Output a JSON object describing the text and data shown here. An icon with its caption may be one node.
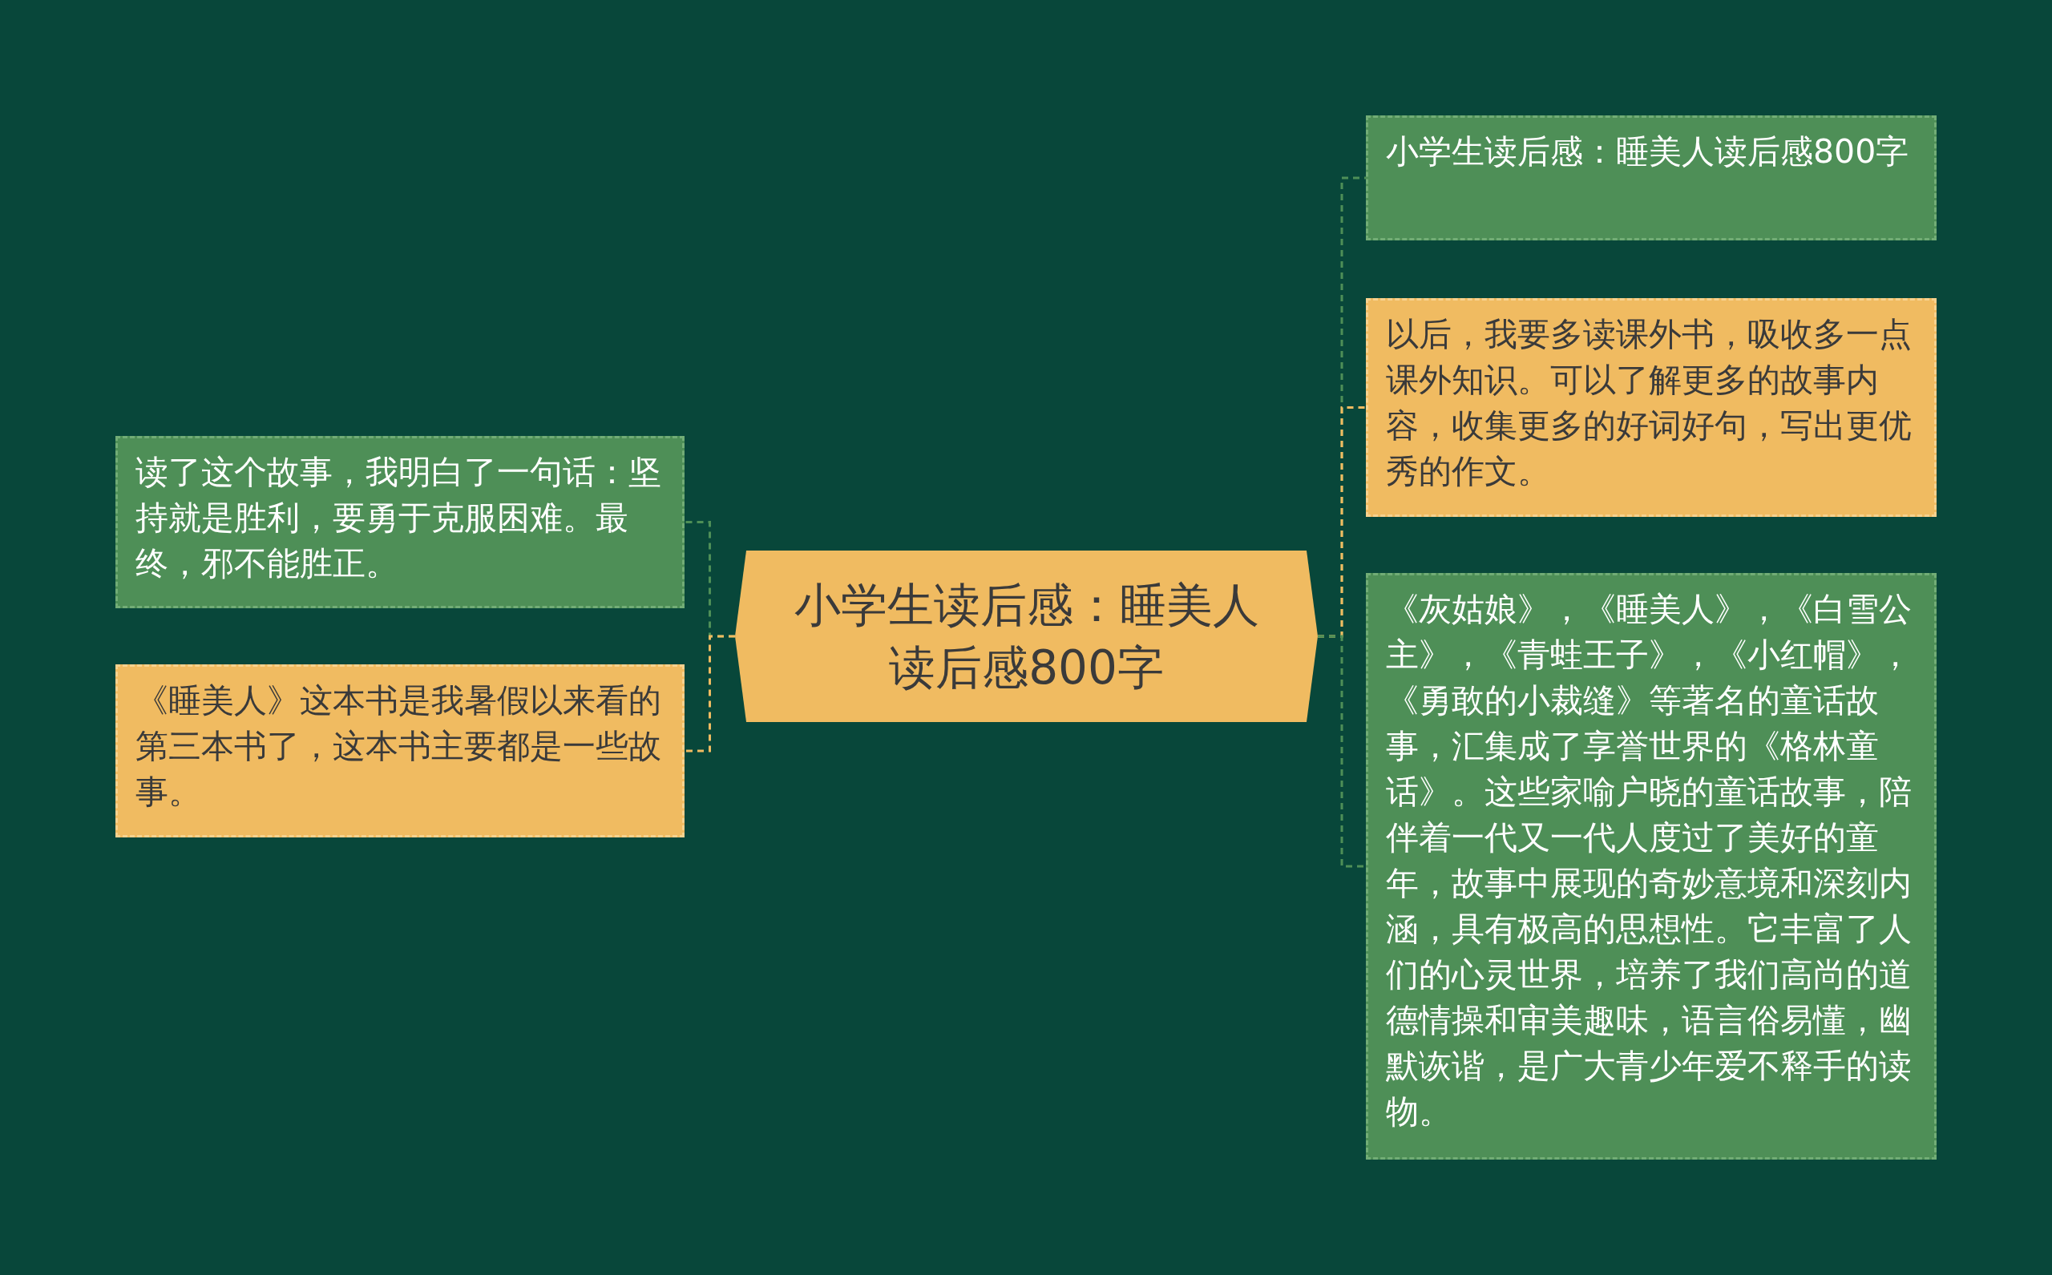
{
  "diagram": {
    "nodes": [
      {
        "text": [
          "小学生读后感：睡美人读后感800字"
        ]
      },
      {
        "text": [
          "读了这个故事，我明白了一句话：坚持就是胜利，要勇于克服困难。最终，邪不能胜正。"
        ]
      },
      {
        "text": [
          "《睡美人》这本书是我暑假以来看的第三本书了，这本书主要都是一些故事。"
        ]
      },
      {
        "text": [
          "小学生读后感：睡美人读后感800字"
        ]
      },
      {
        "text": [
          "以后，我要多读课外书，吸收多一点课外知识。可以了解更多的故事内容，收集更多的好词好句，写出更优秀的作文。"
        ]
      },
      {
        "text": [
          "《灰姑娘》，《睡美人》，《白雪公主》，《青蛙王子》，《小红帽》，《勇敢的小裁缝》等著名的童话故事，汇集成了享誉世界的《格林童话》。这些家喻户晓的童话故事，陪伴着一代又一代人度过了美好的童年，故事中展现的奇妙意境和深刻内涵，具有极高的思想性。它丰富了人们的心灵世界，培养了我们高尚的道德情操和审美趣味，语言俗易懂，幽默诙谐，是广大青少年爱不释手的读物。"
        ]
      }
    ],
    "edges": [
      {
        "from": 0,
        "to": 1,
        "arrow": "none",
        "style": "dashed"
      },
      {
        "from": 0,
        "to": 2,
        "arrow": "none",
        "style": "dashed",
        "color": "#f0bb61"
      },
      {
        "from": 0,
        "to": 3,
        "arrow": "none",
        "style": "dashed"
      },
      {
        "from": 0,
        "to": 4,
        "arrow": "none",
        "style": "dashed",
        "color": "#f0bb61"
      },
      {
        "from": 0,
        "to": 5,
        "arrow": "none",
        "style": "dashed"
      }
    ]
  }
}
